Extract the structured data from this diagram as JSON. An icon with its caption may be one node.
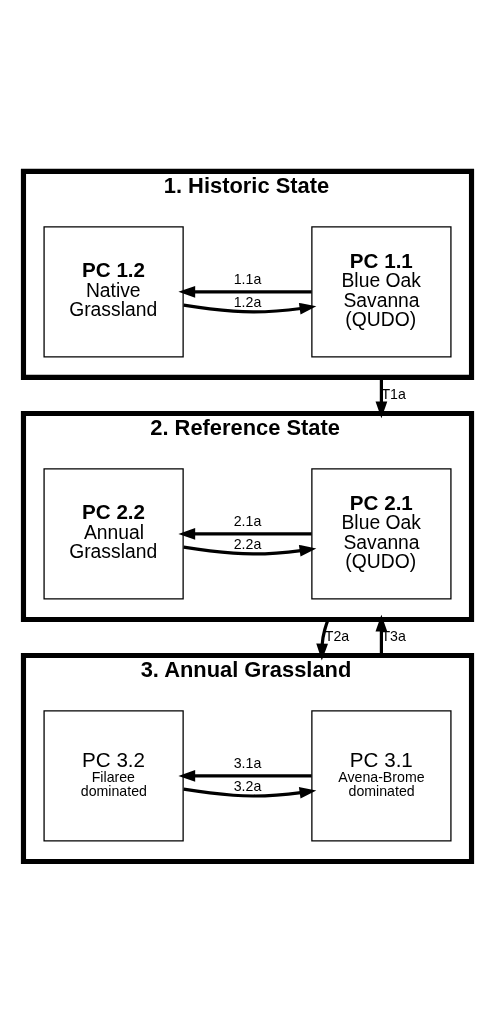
{
  "diagram": {
    "nodes": [
      {
        "text": [
          "1. Historic State"
        ]
      },
      {
        "text": [
          "PC 1.1",
          "Blue Oak Savanna (QUDO)"
        ],
        "in": 0
      },
      {
        "text": [
          "PC 1.2",
          "Native Grassland"
        ],
        "in": 0
      },
      {
        "text": [
          "2. Reference State"
        ]
      },
      {
        "text": [
          "PC 2.1",
          "Blue Oak Savanna (QUDO)"
        ],
        "in": 3
      },
      {
        "text": [
          "PC 2.2",
          "Annual Grassland"
        ],
        "in": 3
      },
      {
        "text": [
          "3. Annual Grassland"
        ]
      },
      {
        "text": [
          "PC 3.1",
          "Avena-Brome dominated"
        ],
        "in": 6
      },
      {
        "text": [
          "PC 3.2",
          "Filaree dominated"
        ],
        "in": 6
      }
    ],
    "edges": [
      {
        "from": 1,
        "to": 2,
        "arrow": "to",
        "label": "1.1a"
      },
      {
        "from": 2,
        "to": 1,
        "arrow": "to",
        "label": "1.2a"
      },
      {
        "from": 0,
        "to": 3,
        "arrow": "to",
        "label": "T1a"
      },
      {
        "from": 4,
        "to": 5,
        "arrow": "to",
        "label": "2.1a"
      },
      {
        "from": 5,
        "to": 4,
        "arrow": "to",
        "label": "2.2a"
      },
      {
        "from": 3,
        "to": 6,
        "arrow": "to",
        "label": "T2a"
      },
      {
        "from": 6,
        "to": 3,
        "arrow": "to",
        "label": "T3a"
      },
      {
        "from": 7,
        "to": 8,
        "arrow": "to",
        "label": "3.1a"
      },
      {
        "from": 8,
        "to": 7,
        "arrow": "to",
        "label": "3.2a"
      }
    ]
  }
}
